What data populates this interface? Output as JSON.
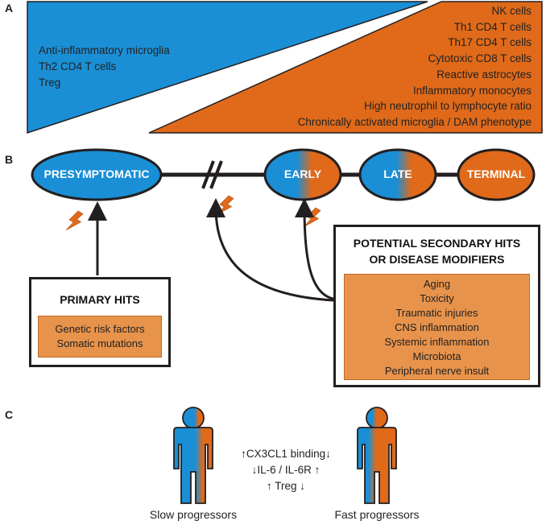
{
  "panels": {
    "a": "A",
    "b": "B",
    "c": "C"
  },
  "panel_a": {
    "left_items": [
      "Anti-inflammatory microglia",
      "Th2 CD4 T cells",
      "Treg"
    ],
    "right_items": [
      "NK cells",
      "Th1 CD4 T cells",
      "Th17 CD4 T cells",
      "Cytotoxic CD8 T cells",
      "Reactive astrocytes",
      "Inflammatory monocytes",
      "High neutrophil to lymphocyte ratio",
      "Chronically activated microglia / DAM phenotype"
    ]
  },
  "panel_b": {
    "stages": {
      "presymptomatic": "PRESYMPTOMATIC",
      "early": "EARLY",
      "late": "LATE",
      "terminal": "TERMINAL"
    },
    "primary_hits": {
      "title": "PRIMARY HITS",
      "items": [
        "Genetic risk factors",
        "Somatic mutations"
      ]
    },
    "secondary_hits": {
      "title_line1": "POTENTIAL SECONDARY HITS",
      "title_line2": "OR DISEASE MODIFIERS",
      "items": [
        "Aging",
        "Toxicity",
        "Traumatic injuries",
        "CNS inflammation",
        "Systemic inflammation",
        "Microbiota",
        "Peripheral nerve insult"
      ]
    }
  },
  "panel_c": {
    "slow_label": "Slow progressors",
    "fast_label": "Fast progressors",
    "markers": [
      "↑CX3CL1 binding↓",
      "↓IL-6 / IL-6R ↑",
      "↑ Treg ↓"
    ]
  },
  "colors": {
    "blue": "#1a8fd6",
    "orange": "#e06a1a",
    "light_orange": "#e8934b",
    "dark": "#231f20"
  },
  "icons": [
    "lightning-icon",
    "person-icon",
    "arrow-up-icon"
  ]
}
